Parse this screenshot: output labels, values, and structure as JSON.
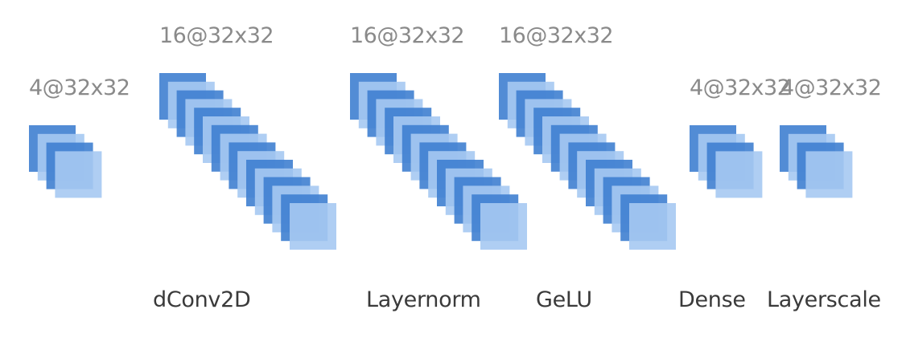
{
  "colors": {
    "dark": "#3f7fd0",
    "light": "#a6c9f2",
    "dims_text": "#8a8a8a",
    "label_text": "#3a3a3a"
  },
  "diagram": {
    "blocks": [
      {
        "dims": "4@32x32",
        "label": "",
        "maps": 4
      },
      {
        "dims": "16@32x32",
        "label": "dConv2D",
        "maps": 16
      },
      {
        "dims": "16@32x32",
        "label": "Layernorm",
        "maps": 16
      },
      {
        "dims": "16@32x32",
        "label": "GeLU",
        "maps": 16
      },
      {
        "dims": "4@32x32",
        "label": "Dense",
        "maps": 4
      },
      {
        "dims": "4@32x32",
        "label": "Layerscale",
        "maps": 4
      }
    ]
  }
}
